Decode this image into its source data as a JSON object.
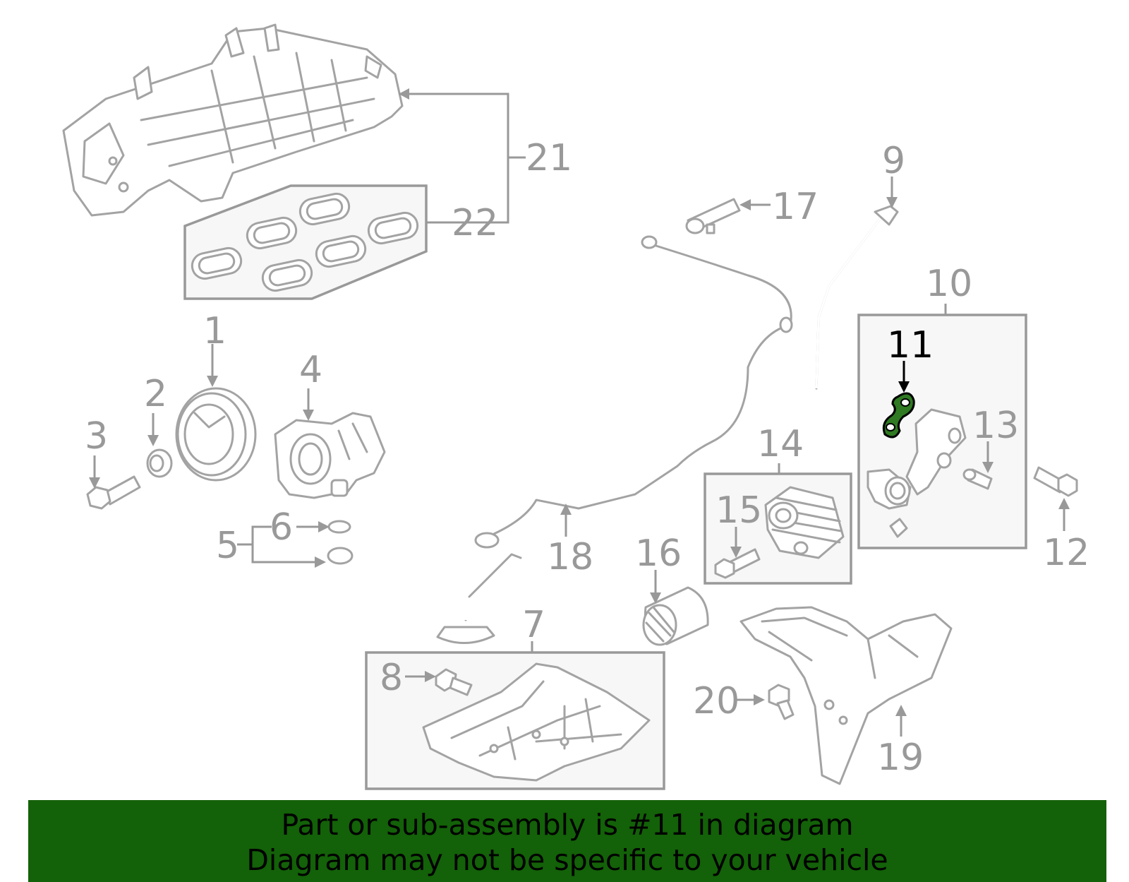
{
  "callouts": {
    "c1": "1",
    "c2": "2",
    "c3": "3",
    "c4": "4",
    "c5": "5",
    "c6": "6",
    "c7": "7",
    "c8": "8",
    "c9": "9",
    "c10": "10",
    "c11": "11",
    "c12": "12",
    "c13": "13",
    "c14": "14",
    "c15": "15",
    "c16": "16",
    "c17": "17",
    "c18": "18",
    "c19": "19",
    "c20": "20",
    "c21": "21",
    "c22": "22"
  },
  "highlighted_part": "11",
  "banner": {
    "line1": "Part or sub-assembly is #11 in diagram",
    "line2": "Diagram may not be specific to your vehicle"
  },
  "colors": {
    "banner_bg": "#136108",
    "highlight_part": "#2f7a22",
    "line_gray": "#999999"
  }
}
